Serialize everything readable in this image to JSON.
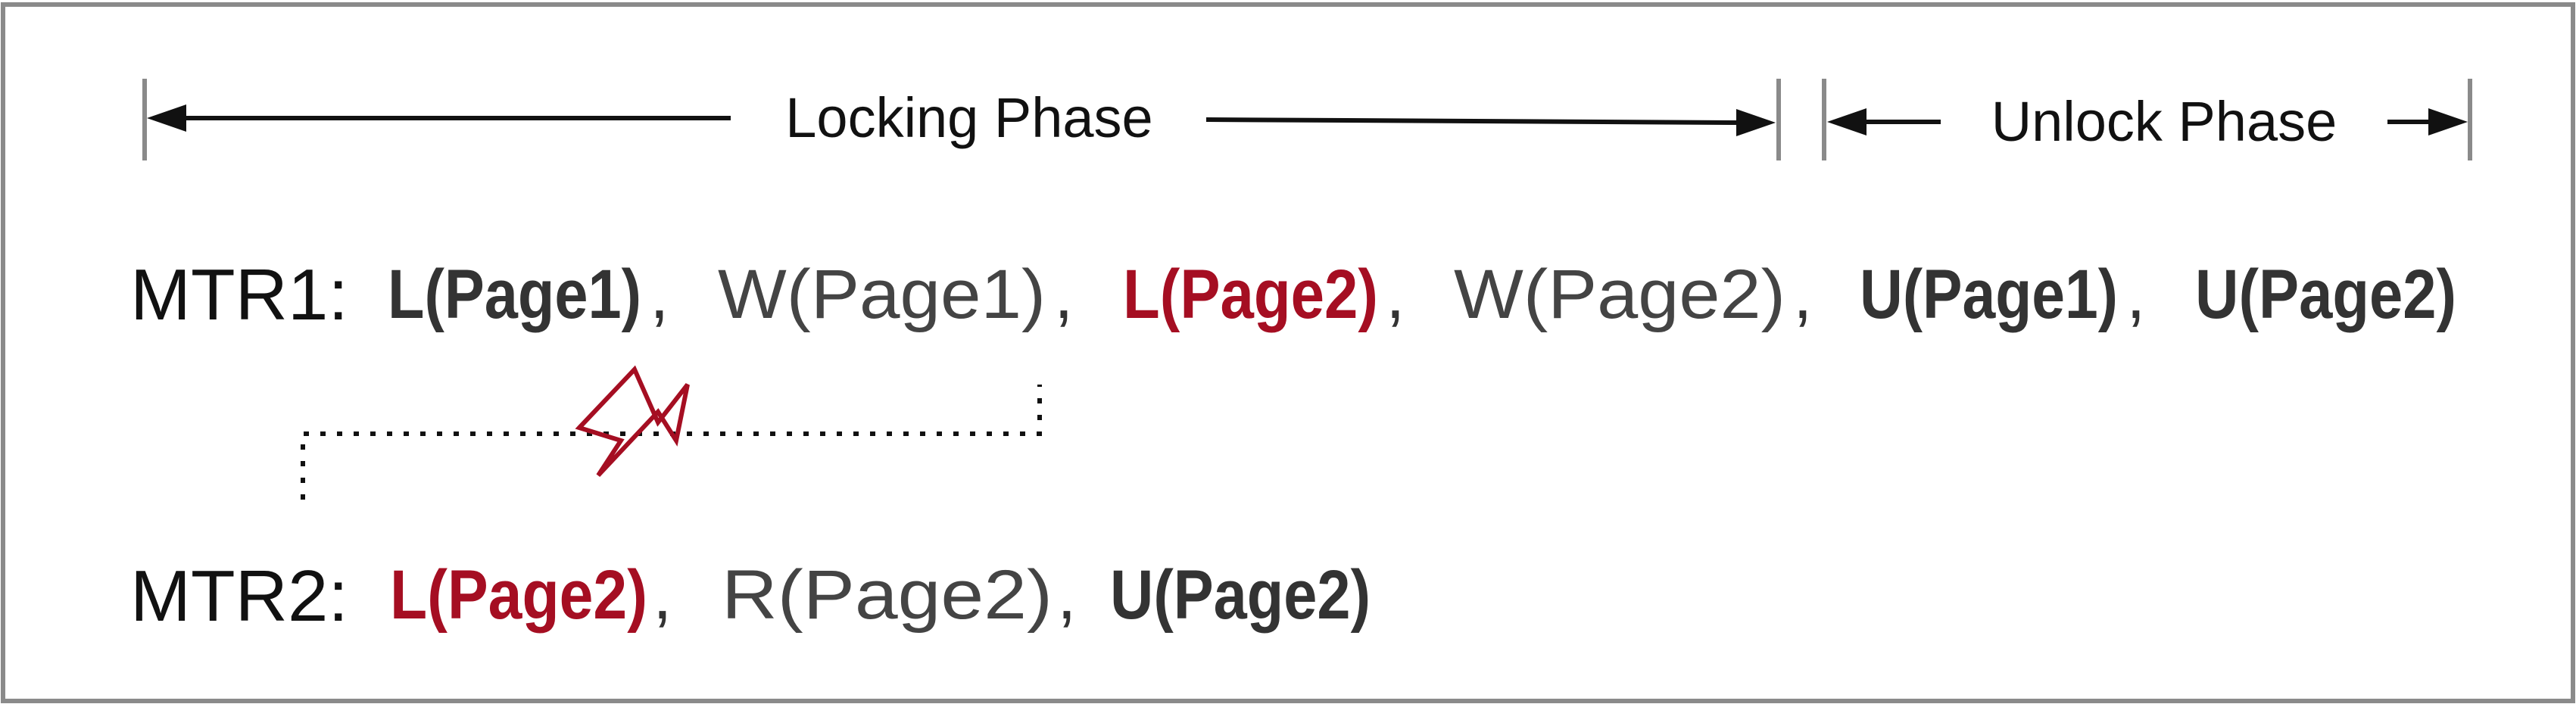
{
  "colors": {
    "frame": "#8a8a8a",
    "text": "#111111",
    "gray_text": "#444444",
    "bold_text": "#333333",
    "conflict_red": "#a50e22"
  },
  "phases": {
    "locking": "Locking Phase",
    "unlock": "Unlock Phase"
  },
  "mtr1": {
    "label": "MTR1:",
    "ops": [
      {
        "text": "L(Page1)",
        "style": "bold"
      },
      {
        "text": "W(Page1)",
        "style": "plain"
      },
      {
        "text": "L(Page2)",
        "style": "bold-red"
      },
      {
        "text": "W(Page2)",
        "style": "plain"
      },
      {
        "text": "U(Page1)",
        "style": "bold"
      },
      {
        "text": "U(Page2)",
        "style": "bold"
      }
    ]
  },
  "mtr2": {
    "label": "MTR2:",
    "ops": [
      {
        "text": "L(Page2)",
        "style": "bold-red"
      },
      {
        "text": "R(Page2)",
        "style": "plain"
      },
      {
        "text": "U(Page2)",
        "style": "bold"
      }
    ]
  },
  "separator": ",",
  "conflict_icon": "lightning-bolt-icon"
}
